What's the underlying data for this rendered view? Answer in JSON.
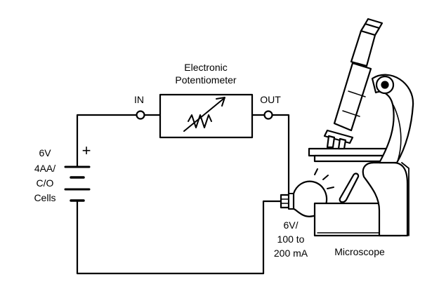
{
  "labels": {
    "box_title_line1": "Electronic",
    "box_title_line2": "Potentiometer",
    "in": "IN",
    "out": "OUT",
    "battery_line1": "6V",
    "battery_line2": "4AA/",
    "battery_line3": "C/O",
    "battery_line4": "Cells",
    "battery_plus": "+",
    "lamp_line1": "6V/",
    "lamp_line2": "100 to",
    "lamp_line3": "200 mA",
    "microscope": "Microscope"
  },
  "colors": {
    "ink": "#000000",
    "paper": "#ffffff"
  }
}
